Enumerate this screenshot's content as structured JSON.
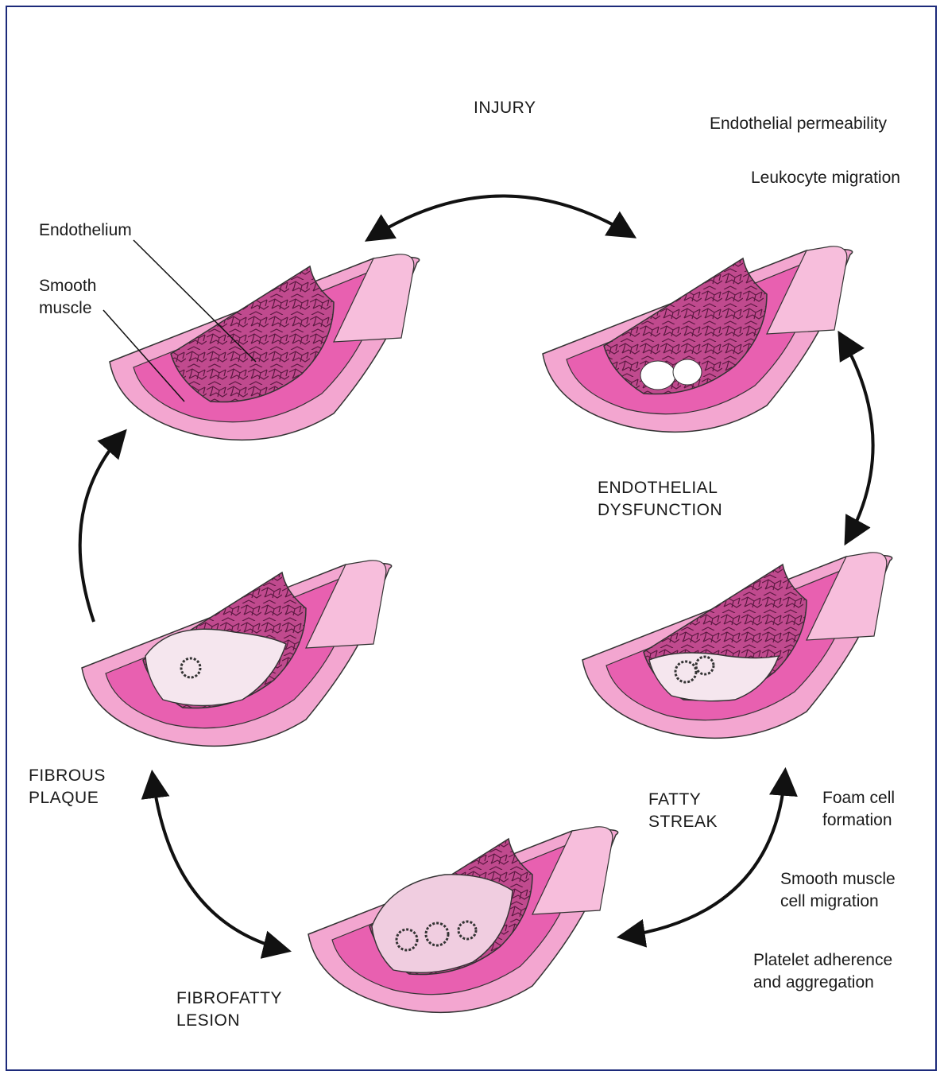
{
  "stages": {
    "injury": "INJURY",
    "endothelial_dysfunction": [
      "ENDOTHELIAL",
      "DYSFUNCTION"
    ],
    "fatty_streak": [
      "FATTY",
      "STREAK"
    ],
    "fibrofatty_lesion": [
      "FIBROFATTY",
      "LESION"
    ],
    "fibrous_plaque": [
      "FIBROUS",
      "PLAQUE"
    ]
  },
  "annotations": {
    "endothelial_permeability": "Endothelial permeability",
    "leukocyte_migration": "Leukocyte migration",
    "foam_cell": [
      "Foam cell",
      "formation"
    ],
    "smooth_muscle_migration": [
      "Smooth muscle",
      "cell migration"
    ],
    "platelet": [
      "Platelet adherence",
      "and aggregation"
    ]
  },
  "anatomy": {
    "endothelium": "Endothelium",
    "smooth_muscle": [
      "Smooth",
      "muscle"
    ]
  },
  "colors": {
    "outer_wall": "#f3a6d0",
    "media": "#e860b0",
    "lumen": "#c04a8e",
    "plaque": "#f5e6ee",
    "arrow": "#111111",
    "frame": "#1c2a7a"
  }
}
